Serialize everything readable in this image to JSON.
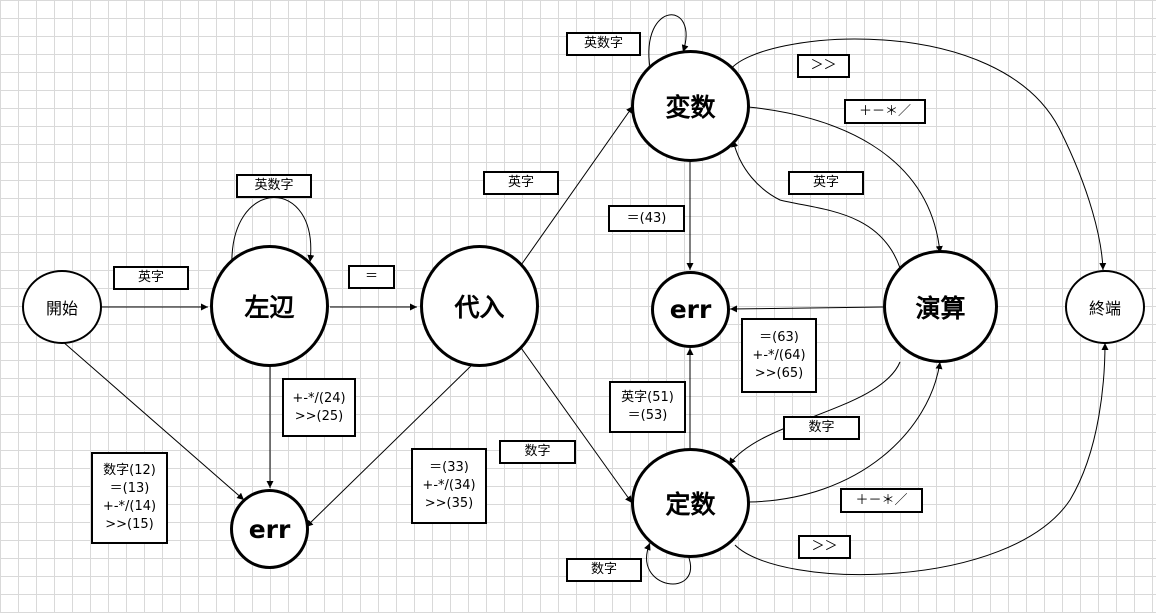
{
  "nodes": {
    "start": "開始",
    "left_side": "左辺",
    "assign": "代入",
    "variable": "変数",
    "constant": "定数",
    "operation": "演算",
    "terminal": "終端",
    "err_left": "err",
    "err_center": "err"
  },
  "labels": {
    "start_to_left": "英字",
    "left_loop": "英数字",
    "left_to_assign": "＝",
    "start_to_err": [
      "数字(12)",
      "＝(13)",
      "+-*/(14)",
      ">>(15)"
    ],
    "left_to_err": [
      "+-*/(24)",
      ">>(25)"
    ],
    "assign_to_err": [
      "＝(33)",
      "+-*/(34)",
      ">>(35)"
    ],
    "assign_to_var": "英字",
    "assign_to_const": "数字",
    "var_loop": "英数字",
    "var_to_terminal": "＞＞",
    "var_to_op": "＋－＊／",
    "op_to_var": "英字",
    "var_to_err": "＝(43)",
    "op_to_err": [
      "＝(63)",
      "+-*/(64)",
      ">>(65)"
    ],
    "const_to_err": [
      "英字(51)",
      "＝(53)"
    ],
    "op_to_const": "数字",
    "const_to_op": "＋－＊／",
    "const_to_terminal": "＞＞",
    "const_loop": "数字"
  }
}
